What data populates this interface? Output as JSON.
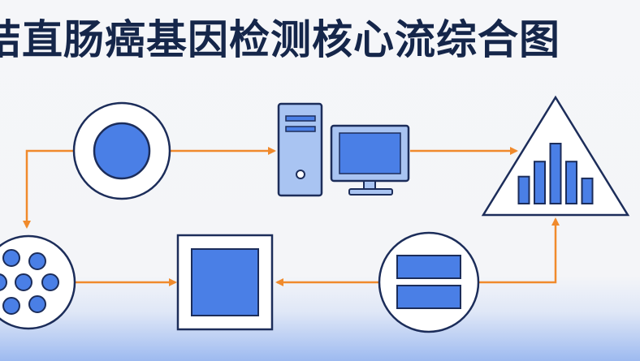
{
  "title": "结直肠癌基因检测核心流综合图",
  "colors": {
    "navy": "#1c2d5a",
    "blue": "#4a7fe6",
    "light_blue": "#a9c4f2",
    "orange": "#f08a2c",
    "node_fill": "#ffffff"
  },
  "nodes": [
    {
      "id": "sample",
      "icon": "circle-in-circle-icon"
    },
    {
      "id": "computer",
      "icon": "desktop-computer-icon"
    },
    {
      "id": "analysis",
      "icon": "bar-chart-triangle-icon"
    },
    {
      "id": "cells",
      "icon": "cell-cluster-icon"
    },
    {
      "id": "square",
      "icon": "square-frame-icon"
    },
    {
      "id": "report",
      "icon": "stacked-bars-icon"
    }
  ],
  "analysis_bar_levels": [
    0.45,
    0.7,
    1.0,
    0.7,
    0.42
  ]
}
